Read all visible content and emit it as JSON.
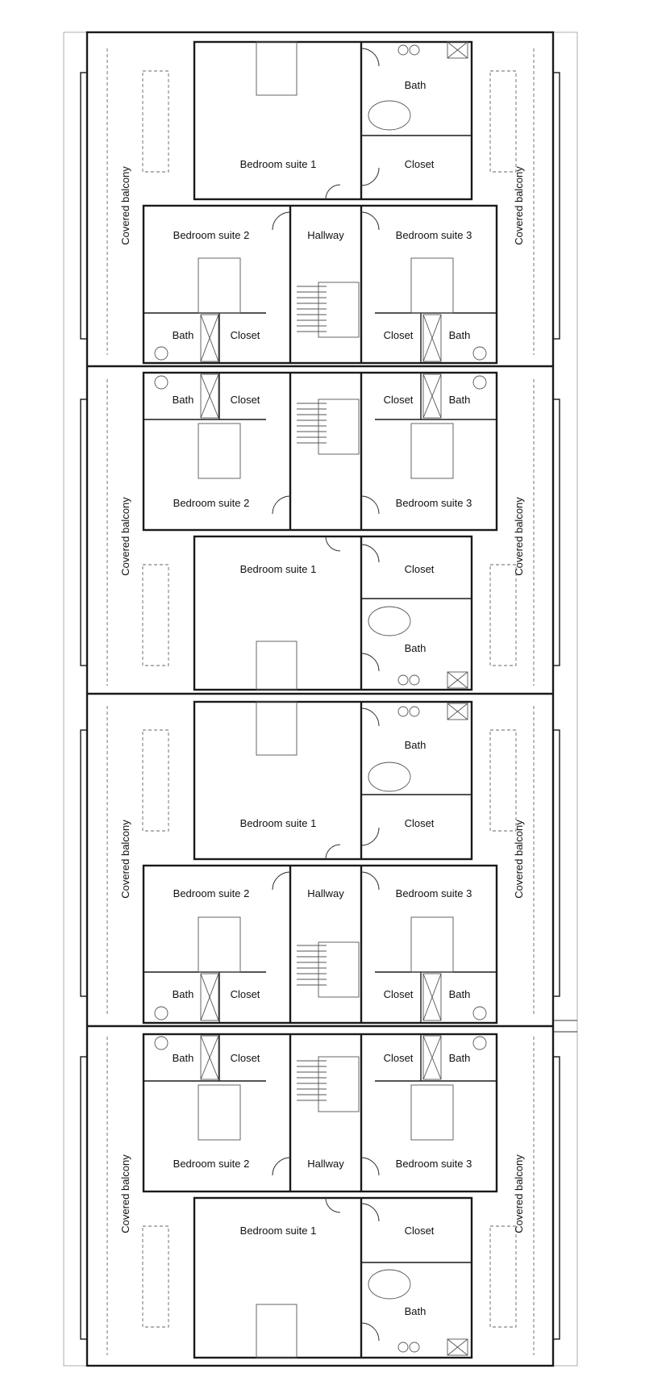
{
  "labels": {
    "bedroom_suite_1": "Bedroom suite 1",
    "bedroom_suite_2": "Bedroom suite 2",
    "bedroom_suite_3": "Bedroom suite 3",
    "bath": "Bath",
    "closet": "Closet",
    "hallway": "Hallway",
    "covered_balcony": "Covered balcony"
  }
}
